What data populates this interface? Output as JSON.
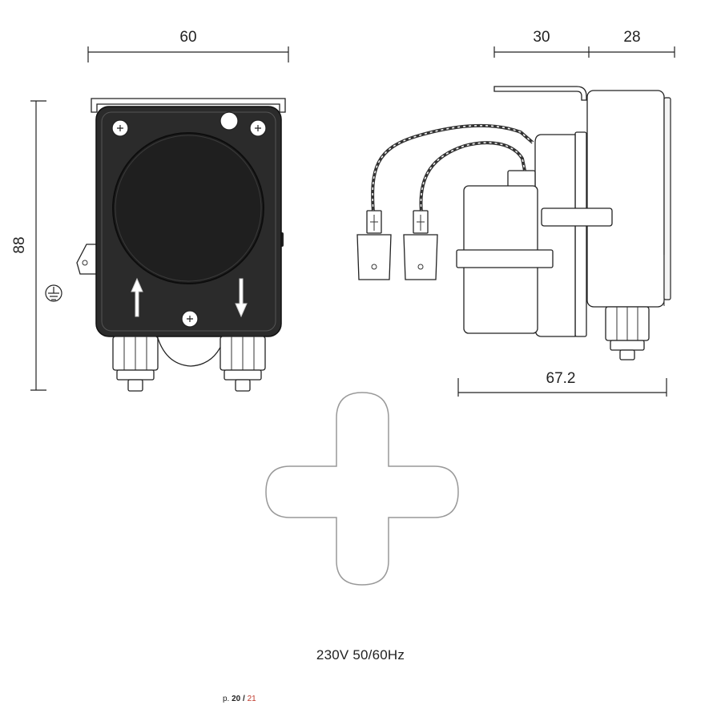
{
  "dimensions": {
    "front_width": "60",
    "height": "88",
    "side_top_a": "30",
    "side_top_b": "28",
    "side_depth": "67.2"
  },
  "voltage_label": "230V 50/60Hz",
  "page": {
    "prefix": "p.",
    "current": "20",
    "separator": "/",
    "total": "21"
  },
  "colors": {
    "page_total": "#c0392b",
    "cross_outline": "#999999",
    "body": "#2b2b2b"
  },
  "icons": [
    "ground-icon",
    "screw-icon",
    "arrow-up-icon",
    "arrow-down-icon",
    "plus-cross-icon"
  ]
}
